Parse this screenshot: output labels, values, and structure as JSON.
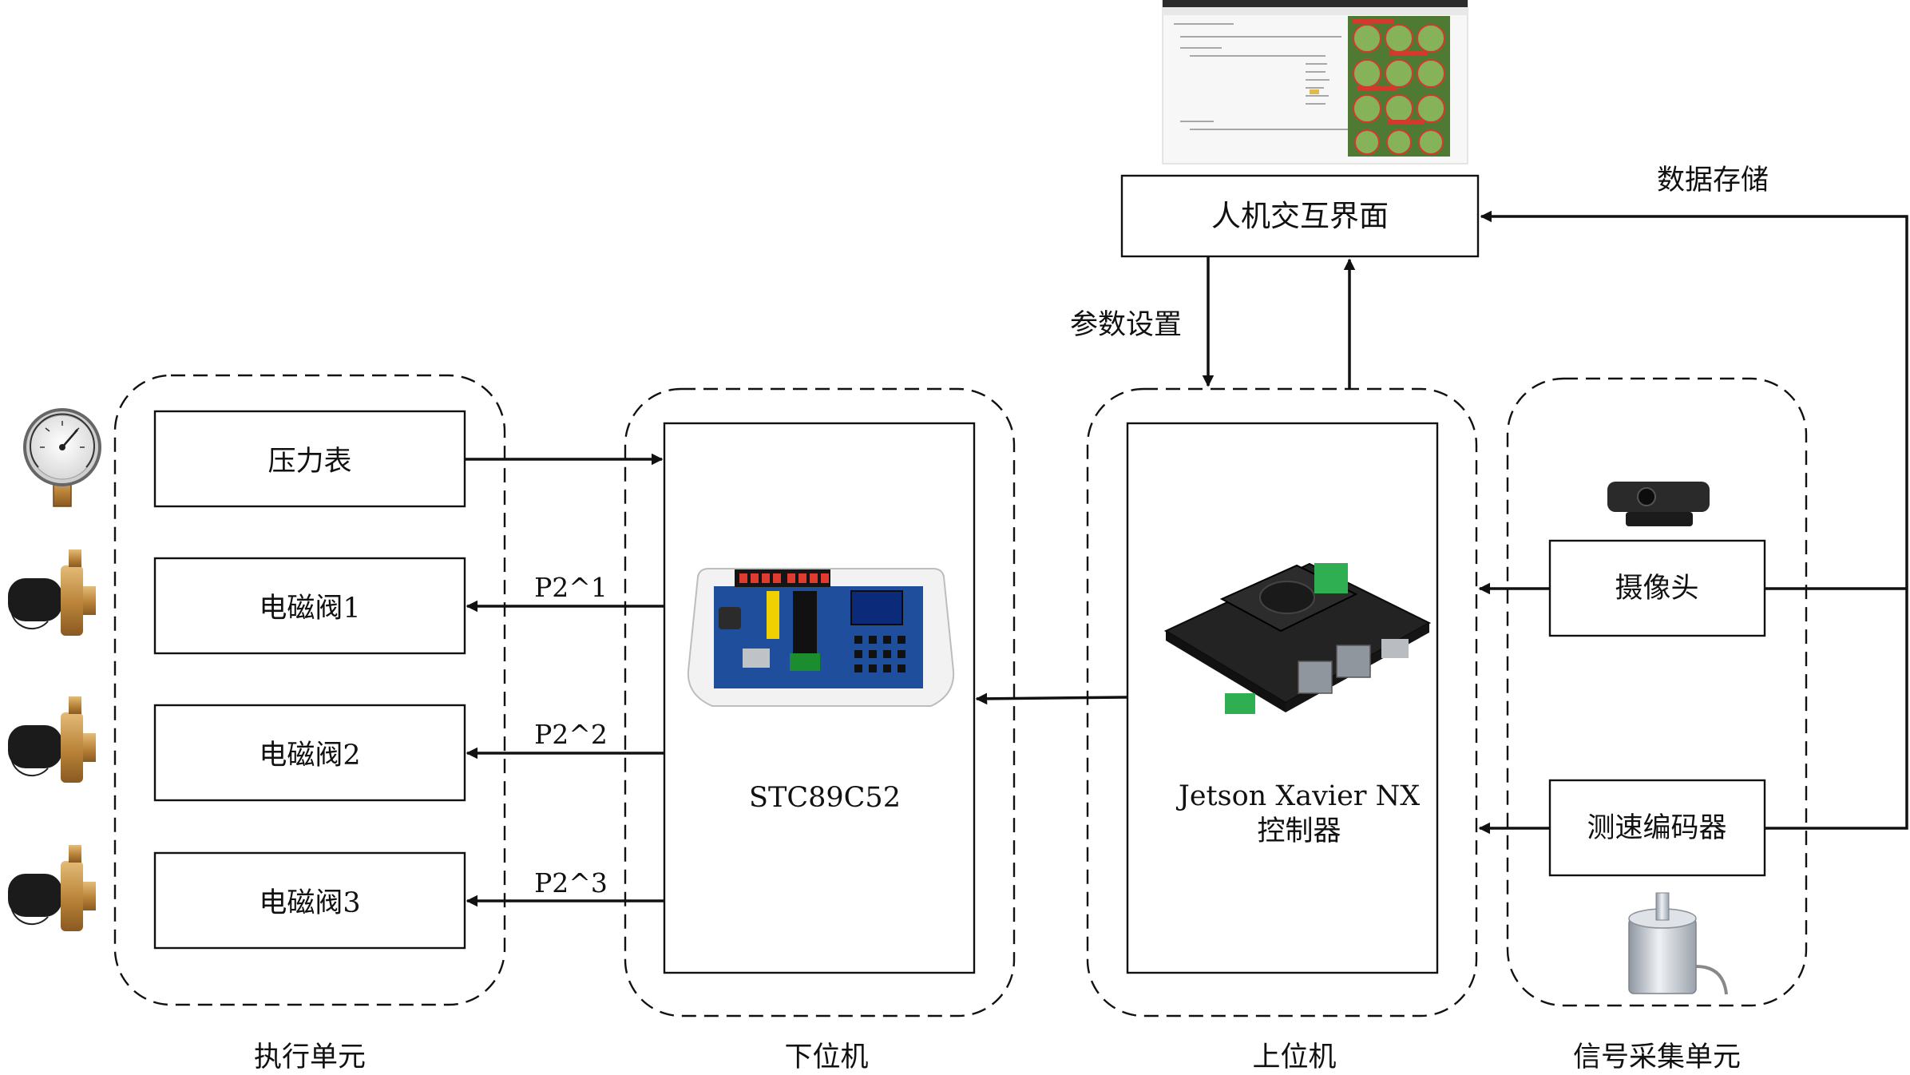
{
  "groups": {
    "execution_unit": "执行单元",
    "lower_computer": "下位机",
    "upper_computer": "上位机",
    "signal_acquisition_unit": "信号采集单元"
  },
  "execution": {
    "pressure_gauge": "压力表",
    "valve1": "电磁阀1",
    "valve2": "电磁阀2",
    "valve3": "电磁阀3"
  },
  "ports": {
    "p21": "P2^1",
    "p22": "P2^2",
    "p23": "P2^3"
  },
  "mcu": {
    "model": "STC89C52"
  },
  "controller": {
    "line1": "Jetson Xavier  NX",
    "line2": "控制器"
  },
  "sensors": {
    "camera": "摄像头",
    "encoder": "测速编码器"
  },
  "hmi": {
    "title": "人机交互界面",
    "param_setting": "参数设置",
    "data_storage": "数据存储"
  },
  "colors": {
    "line": "#111111",
    "pcb_blue": "#1f4f9c",
    "pcb_black": "#1d1d1d",
    "valve_brass": "#c8964a",
    "detection_red": "#d33a2c",
    "cabbage_green": "#5f8f3c"
  }
}
